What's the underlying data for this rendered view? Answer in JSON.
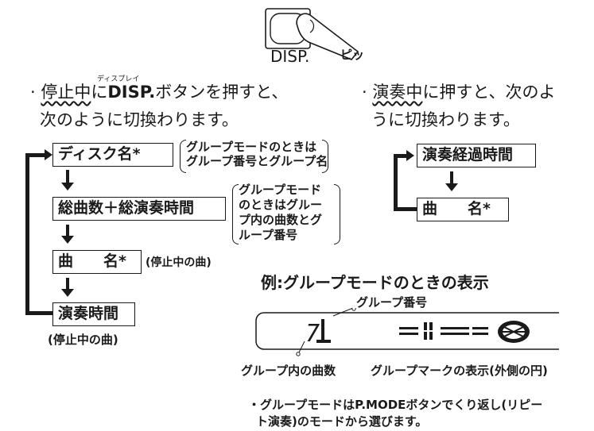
{
  "button": {
    "label": "DISP.",
    "sound": "ピッ"
  },
  "left_instruction": {
    "ruby": "ディスプレイ",
    "line1_bullet": "·",
    "line1_a": "停止中",
    "line1_b": "に",
    "line1_c": "DISP.",
    "line1_d": "ボタンを押すと、",
    "line2": "次のように切換わります。"
  },
  "right_instruction": {
    "line1_bullet": "·",
    "line1_a": "演奏中",
    "line1_b": "に押すと、次のよ",
    "line2": "うに切換わります。"
  },
  "left_flow": [
    {
      "label": "ディスク名*",
      "note": "グループモードのときは\nグループ番号とグループ名"
    },
    {
      "label": "総曲数＋総演奏時間",
      "note": "グループモード\nのときはグルー\nプ内の曲数とグ\nループ番号"
    },
    {
      "label": "曲　　名*",
      "note": "(停止中の曲)"
    },
    {
      "label": "演奏時間",
      "note": "(停止中の曲)"
    }
  ],
  "right_flow": [
    {
      "label": "演奏経過時間"
    },
    {
      "label": "曲　　名*"
    }
  ],
  "example": {
    "title": "例:グループモードのときの表示",
    "label_group_number": "グループ番号",
    "label_tracks_in_group": "グループ内の曲数",
    "label_group_mark": "グループマークの表示(外側の円)",
    "display_digits": "71"
  },
  "footnote": {
    "line1": "・グループモードはP.MODEボタンでくり返し(リピー",
    "line2": "ト演奏)のモードから選びます。"
  }
}
